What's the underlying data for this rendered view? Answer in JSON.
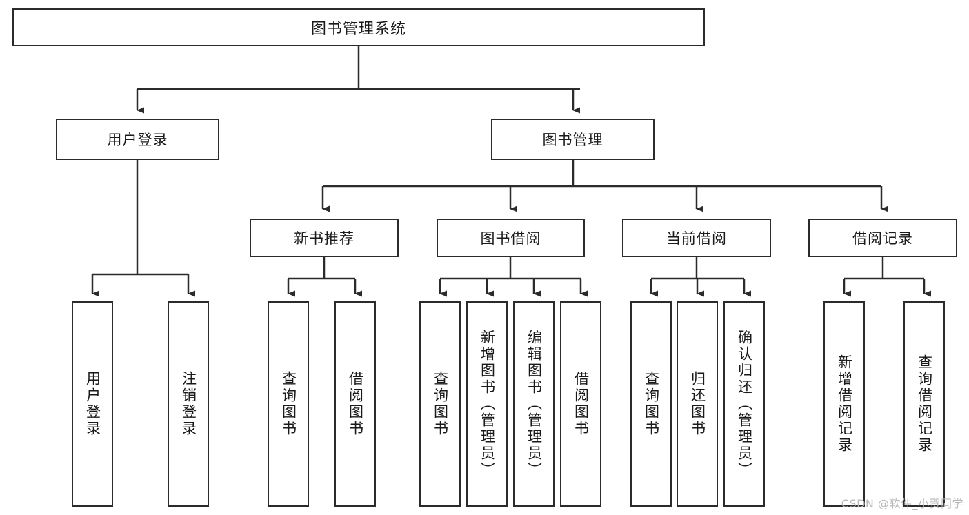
{
  "diagram": {
    "title": "图书管理系统",
    "watermark": "CSDN @软件_小贺同学",
    "line_color": "#2b2b2b",
    "box_fill": "#ffffff",
    "text_color": "#1a1a1a",
    "watermark_color": "#b9b9b9",
    "type": "tree-hierarchy",
    "levels": 4
  },
  "nodes": {
    "root": {
      "label": "图书管理系统"
    },
    "level2": [
      {
        "label": "用户登录"
      },
      {
        "label": "图书管理"
      }
    ],
    "level3": [
      {
        "label": "新书推荐"
      },
      {
        "label": "图书借阅"
      },
      {
        "label": "当前借阅"
      },
      {
        "label": "借阅记录"
      }
    ],
    "leaves_user_login": [
      {
        "label": "用户登录"
      },
      {
        "label": "注销登录"
      }
    ],
    "leaves_new_book": [
      {
        "label": "查询图书"
      },
      {
        "label": "借阅图书"
      }
    ],
    "leaves_borrow": [
      {
        "label": "查询图书"
      },
      {
        "label": "新增图书（管理员）"
      },
      {
        "label": "编辑图书（管理员）"
      },
      {
        "label": "借阅图书"
      }
    ],
    "leaves_current": [
      {
        "label": "查询图书"
      },
      {
        "label": "归还图书"
      },
      {
        "label": "确认归还（管理员）"
      }
    ],
    "leaves_records": [
      {
        "label": "新增借阅记录"
      },
      {
        "label": "查询借阅记录"
      }
    ]
  }
}
